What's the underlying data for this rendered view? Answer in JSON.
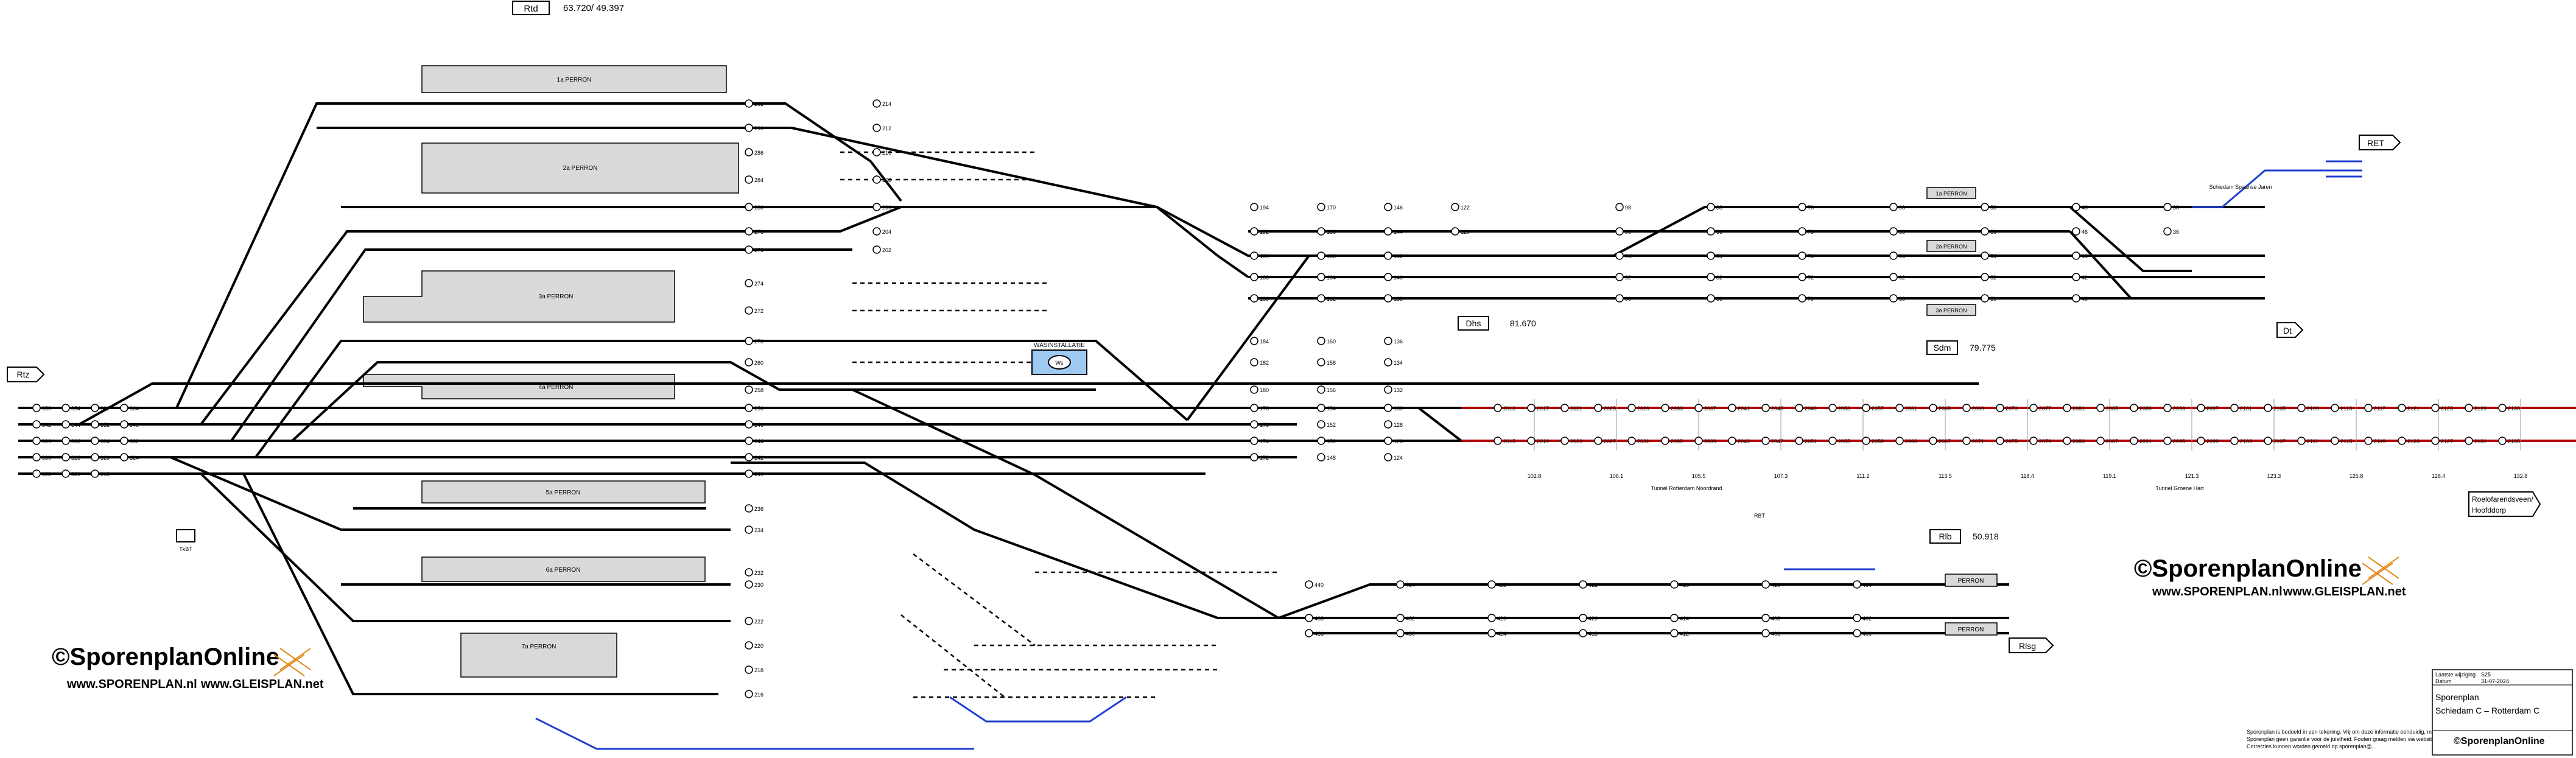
{
  "header": {
    "station_code": "Rtd",
    "coordinates": "63.720/ 49.397"
  },
  "platforms": [
    "1a PERRON",
    "2a PERRON",
    "3a PERRON",
    "4a PERRON",
    "5a PERRON",
    "6a PERRON",
    "7a PERRON"
  ],
  "right_platforms": [
    "1a PERRON",
    "2a PERRON",
    "3a PERRON"
  ],
  "bottom_platforms": [
    "PERRON",
    "PERRON"
  ],
  "wash_label": "WASINSTALLATIE",
  "wash_signal": "Ws",
  "stations": {
    "rtz": "Rtz",
    "ret": "RET",
    "dt": "Dt",
    "rlsg": "Rlsg",
    "dhs": "Dhs",
    "dhs_km": "81.670",
    "sdm": "Sdm",
    "sdm_km": "79.775",
    "rlb": "Rlb",
    "rlb_km": "50.918",
    "roelofarendsveen": "Roelofarendsveen/",
    "hoofddorp": "Hoofddorp"
  },
  "tunnel_labels": [
    "Tunnel Rotterdam Noordrand",
    "Tunnel Groene Hart"
  ],
  "schiedam_label": "Schiedam Spaanse Jaren",
  "km_marks": [
    "102.8",
    "106.1",
    "105.5",
    "107.3",
    "111.2",
    "113.5",
    "118.4",
    "119.1",
    "121.3",
    "123.3",
    "125.8",
    "128.4",
    "132.8"
  ],
  "rbt_label": "RBT",
  "tkbt_label": "TkBT",
  "signals_west": [
    "350",
    "354",
    "362",
    "364",
    "342",
    "344",
    "352",
    "346",
    "336",
    "338",
    "334",
    "332",
    "330",
    "328",
    "326",
    "324",
    "322",
    "320",
    "318"
  ],
  "signals_center": [
    "292",
    "290",
    "286",
    "284",
    "280",
    "278",
    "276",
    "274",
    "272",
    "270",
    "260",
    "258",
    "256",
    "246",
    "244",
    "242",
    "240",
    "236",
    "234",
    "232",
    "230",
    "222",
    "220",
    "218",
    "216",
    "214",
    "212",
    "210",
    "208",
    "206",
    "204",
    "202"
  ],
  "signals_east": [
    "194",
    "192",
    "190",
    "188",
    "186",
    "184",
    "182",
    "180",
    "178",
    "176",
    "174",
    "172",
    "170",
    "168",
    "166",
    "164",
    "162",
    "160",
    "158",
    "156",
    "154",
    "152",
    "150",
    "148",
    "146",
    "144",
    "142",
    "140",
    "138",
    "136",
    "134",
    "132",
    "130",
    "128",
    "126",
    "124",
    "122",
    "120"
  ],
  "signals_far_east": [
    "98",
    "96",
    "94",
    "92",
    "90",
    "88",
    "86",
    "84",
    "82",
    "80",
    "78",
    "76",
    "74",
    "72",
    "70",
    "68",
    "66",
    "64",
    "62",
    "60",
    "58",
    "56",
    "54",
    "52",
    "50",
    "48",
    "46",
    "44",
    "42",
    "40",
    "38",
    "36"
  ],
  "signals_hsl": [
    "2013",
    "2015",
    "2017",
    "2019",
    "2021",
    "2023",
    "2025",
    "2027",
    "2029",
    "2031",
    "2033",
    "2035",
    "2037",
    "2039",
    "2041",
    "2043",
    "2045",
    "2047",
    "2049",
    "2051",
    "2053",
    "2055",
    "2057",
    "2059",
    "2061",
    "2063",
    "2065",
    "2067",
    "2069",
    "2071",
    "2073",
    "2075",
    "2077",
    "2079",
    "2081",
    "2083",
    "2085",
    "2087",
    "2089",
    "2091",
    "2093",
    "2095",
    "2097",
    "2099",
    "2101",
    "2103",
    "2105",
    "2107",
    "2109",
    "2111",
    "2113",
    "2115",
    "2117",
    "2119",
    "2121",
    "2123",
    "2125",
    "2127",
    "2129",
    "2131",
    "2133",
    "2135"
  ],
  "signals_south": [
    "440",
    "438",
    "436",
    "434",
    "432",
    "430",
    "428",
    "426",
    "424",
    "422",
    "420",
    "418",
    "416",
    "414",
    "412",
    "410",
    "408",
    "406",
    "404",
    "402",
    "400"
  ],
  "info_block": {
    "last_update_label": "Laatste wijziging",
    "last_update_value": "S25",
    "date_label": "Datum",
    "date_value": "31-07-2024",
    "type": "Sporenplan",
    "title": "Schiedam C – Rotterdam C"
  },
  "disclaimer": [
    "Sporenplan is bedoeld in een tekening. Vrij om deze informatie eenduidig, maar geeft",
    "Sporenplan geen garantie voor de juistheid. Fouten graag melden via website.",
    "Correcties kunnen worden gemeld op sporenplan@..."
  ],
  "brand": {
    "logo": "©SporenplanOnline",
    "url1": "www.SPORENPLAN.nl",
    "url2": "www.GLEISPLAN.net"
  },
  "colors": {
    "track": "#000000",
    "hsl": "#b00000",
    "link": "#1f3fd1",
    "switch_label": "#c000c0",
    "platform": "#d9d9d9",
    "wash": "#9ec9f0"
  }
}
